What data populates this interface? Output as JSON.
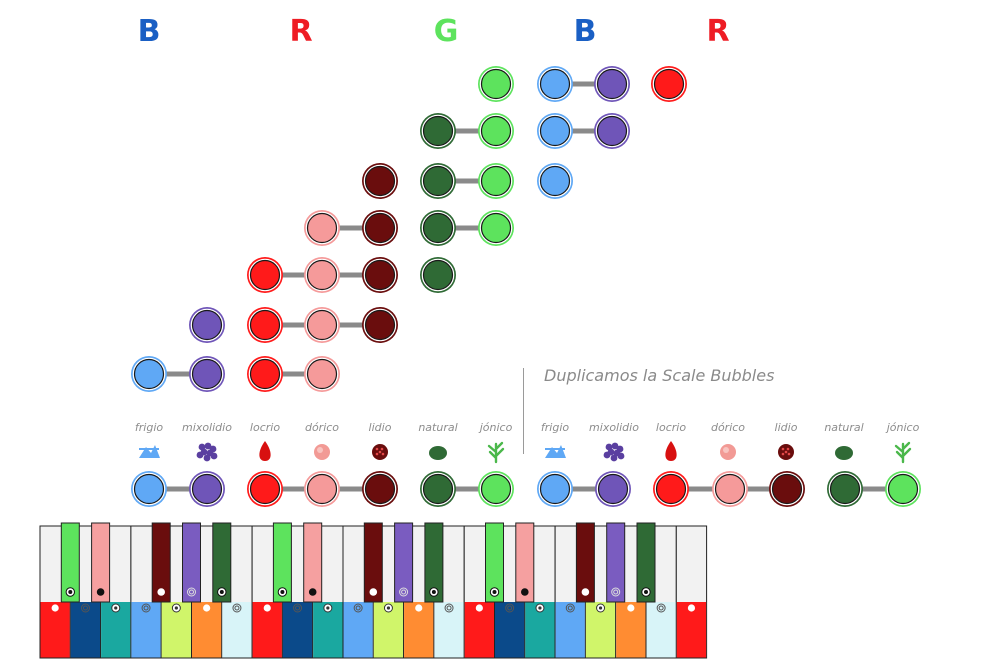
{
  "headers": [
    {
      "text": "B",
      "color": "#1a5fc4"
    },
    {
      "text": "R",
      "color": "#ee1c24"
    },
    {
      "text": "G",
      "color": "#5de35d"
    },
    {
      "text": "B",
      "color": "#1a5fc4"
    },
    {
      "text": "R",
      "color": "#ee1c24"
    }
  ],
  "caption": "Duplicamos la Scale Bubbles",
  "mode_labels": [
    "frigio",
    "mixolidio",
    "locrio",
    "dórico",
    "lidio",
    "natural",
    "jónico",
    "frigio",
    "mixolidio",
    "locrio",
    "dórico",
    "lidio",
    "natural",
    "jónico"
  ],
  "mode_icons": [
    "frigio-mountain-icon",
    "mixolidio-grapes-icon",
    "locrio-blood-drop-icon",
    "dorico-peach-icon",
    "lidio-pomegranate-icon",
    "natural-olive-icon",
    "jonico-herb-icon"
  ],
  "colors": {
    "blue": "#5fa8f5",
    "purple": "#6f55b8",
    "red": "#ff1a1a",
    "pink": "#f59a9a",
    "maroon": "#6a0d0d",
    "darkgreen": "#2f6a35",
    "green": "#5de35d",
    "connector": "#8a8a8a"
  },
  "white_key_band_colors": [
    "#ff1a1a",
    "#0b4a8a",
    "#1aa8a0",
    "#5fa8f5",
    "#d0f56a",
    "#ff8c32",
    "#d8f4f8"
  ],
  "black_key_colors": [
    "#5de35d",
    "#f5a0a0",
    "#6a0d0d",
    "#7a5cc0",
    "#2f6a35"
  ]
}
